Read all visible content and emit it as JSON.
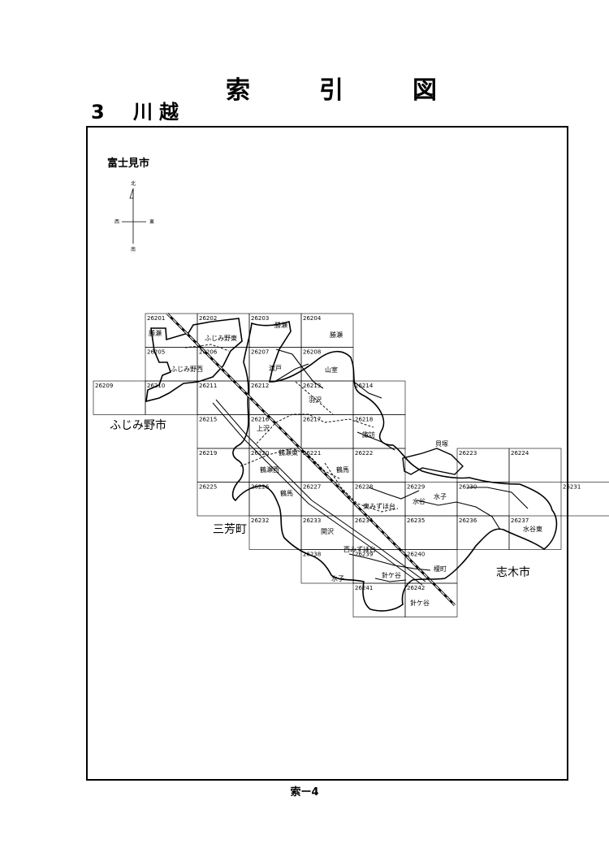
{
  "title_chars": [
    "索",
    "引",
    "図"
  ],
  "subtitle_parts": [
    "3",
    "川",
    "越"
  ],
  "footer": "索ー4",
  "compass": {
    "north": "北",
    "south": "南",
    "east": "東",
    "west": "西"
  },
  "cities": {
    "fujimi": "富士見市",
    "fujimino": "ふじみ野市",
    "miyoshi": "三芳町",
    "shiki": "志木市"
  },
  "cells": [
    {
      "id": "26201",
      "col": 0,
      "row": 0
    },
    {
      "id": "26202",
      "col": 1,
      "row": 0
    },
    {
      "id": "26203",
      "col": 2,
      "row": 0
    },
    {
      "id": "26204",
      "col": 3,
      "row": 0
    },
    {
      "id": "26205",
      "col": 0,
      "row": 1
    },
    {
      "id": "26206",
      "col": 1,
      "row": 1
    },
    {
      "id": "26207",
      "col": 2,
      "row": 1
    },
    {
      "id": "26208",
      "col": 3,
      "row": 1
    },
    {
      "id": "26209",
      "col": -1,
      "row": 2
    },
    {
      "id": "26210",
      "col": 0,
      "row": 2
    },
    {
      "id": "26211",
      "col": 1,
      "row": 2
    },
    {
      "id": "26212",
      "col": 2,
      "row": 2
    },
    {
      "id": "26213",
      "col": 3,
      "row": 2
    },
    {
      "id": "26214",
      "col": 4,
      "row": 2
    },
    {
      "id": "26215",
      "col": 1,
      "row": 3
    },
    {
      "id": "26216",
      "col": 2,
      "row": 3
    },
    {
      "id": "26217",
      "col": 3,
      "row": 3
    },
    {
      "id": "26218",
      "col": 4,
      "row": 3
    },
    {
      "id": "26219",
      "col": 1,
      "row": 4
    },
    {
      "id": "26220",
      "col": 2,
      "row": 4
    },
    {
      "id": "26221",
      "col": 3,
      "row": 4
    },
    {
      "id": "26222",
      "col": 4,
      "row": 4
    },
    {
      "id": "26223",
      "col": 6,
      "row": 4
    },
    {
      "id": "26224",
      "col": 7,
      "row": 4
    },
    {
      "id": "26225",
      "col": 1,
      "row": 5
    },
    {
      "id": "26226",
      "col": 2,
      "row": 5
    },
    {
      "id": "26227",
      "col": 3,
      "row": 5
    },
    {
      "id": "26228",
      "col": 4,
      "row": 5
    },
    {
      "id": "26229",
      "col": 5,
      "row": 5
    },
    {
      "id": "26230",
      "col": 6,
      "row": 5
    },
    {
      "id": "26231",
      "col": 8,
      "row": 5
    },
    {
      "id": "26232",
      "col": 2,
      "row": 6
    },
    {
      "id": "26233",
      "col": 3,
      "row": 6
    },
    {
      "id": "26234",
      "col": 4,
      "row": 6
    },
    {
      "id": "26235",
      "col": 5,
      "row": 6
    },
    {
      "id": "26236",
      "col": 6,
      "row": 6
    },
    {
      "id": "26237",
      "col": 7,
      "row": 6
    },
    {
      "id": "26238",
      "col": 3,
      "row": 7
    },
    {
      "id": "26239",
      "col": 4,
      "row": 7
    },
    {
      "id": "26240",
      "col": 5,
      "row": 7
    },
    {
      "id": "26241",
      "col": 4,
      "row": 8
    },
    {
      "id": "26242",
      "col": 5,
      "row": 8
    }
  ],
  "places": [
    {
      "id": "p1",
      "text": "勝瀬"
    },
    {
      "id": "p2",
      "text": "ふじみ野東"
    },
    {
      "id": "p3",
      "text": "勝瀬"
    },
    {
      "id": "p4",
      "text": "勝瀬"
    },
    {
      "id": "p5",
      "text": "ふじみ野西"
    },
    {
      "id": "p6",
      "text": "渡戸"
    },
    {
      "id": "p7",
      "text": "山室"
    },
    {
      "id": "p8",
      "text": "羽沢"
    },
    {
      "id": "p9",
      "text": "上沢"
    },
    {
      "id": "p10",
      "text": "諏訪"
    },
    {
      "id": "p11",
      "text": "鶴瀬東"
    },
    {
      "id": "p12",
      "text": "鶴瀬西"
    },
    {
      "id": "p13",
      "text": "鶴馬"
    },
    {
      "id": "p14",
      "text": "鶴馬"
    },
    {
      "id": "p15",
      "text": "貝塚"
    },
    {
      "id": "p16",
      "text": "水子"
    },
    {
      "id": "p17",
      "text": "水谷"
    },
    {
      "id": "p18",
      "text": "東みずほ台"
    },
    {
      "id": "p19",
      "text": "関沢"
    },
    {
      "id": "p20",
      "text": "西みずほ台"
    },
    {
      "id": "p21",
      "text": "水子"
    },
    {
      "id": "p22",
      "text": "針ケ谷"
    },
    {
      "id": "p23",
      "text": "榎町"
    },
    {
      "id": "p24",
      "text": "針ケ谷"
    },
    {
      "id": "p25",
      "text": "水谷東"
    }
  ]
}
